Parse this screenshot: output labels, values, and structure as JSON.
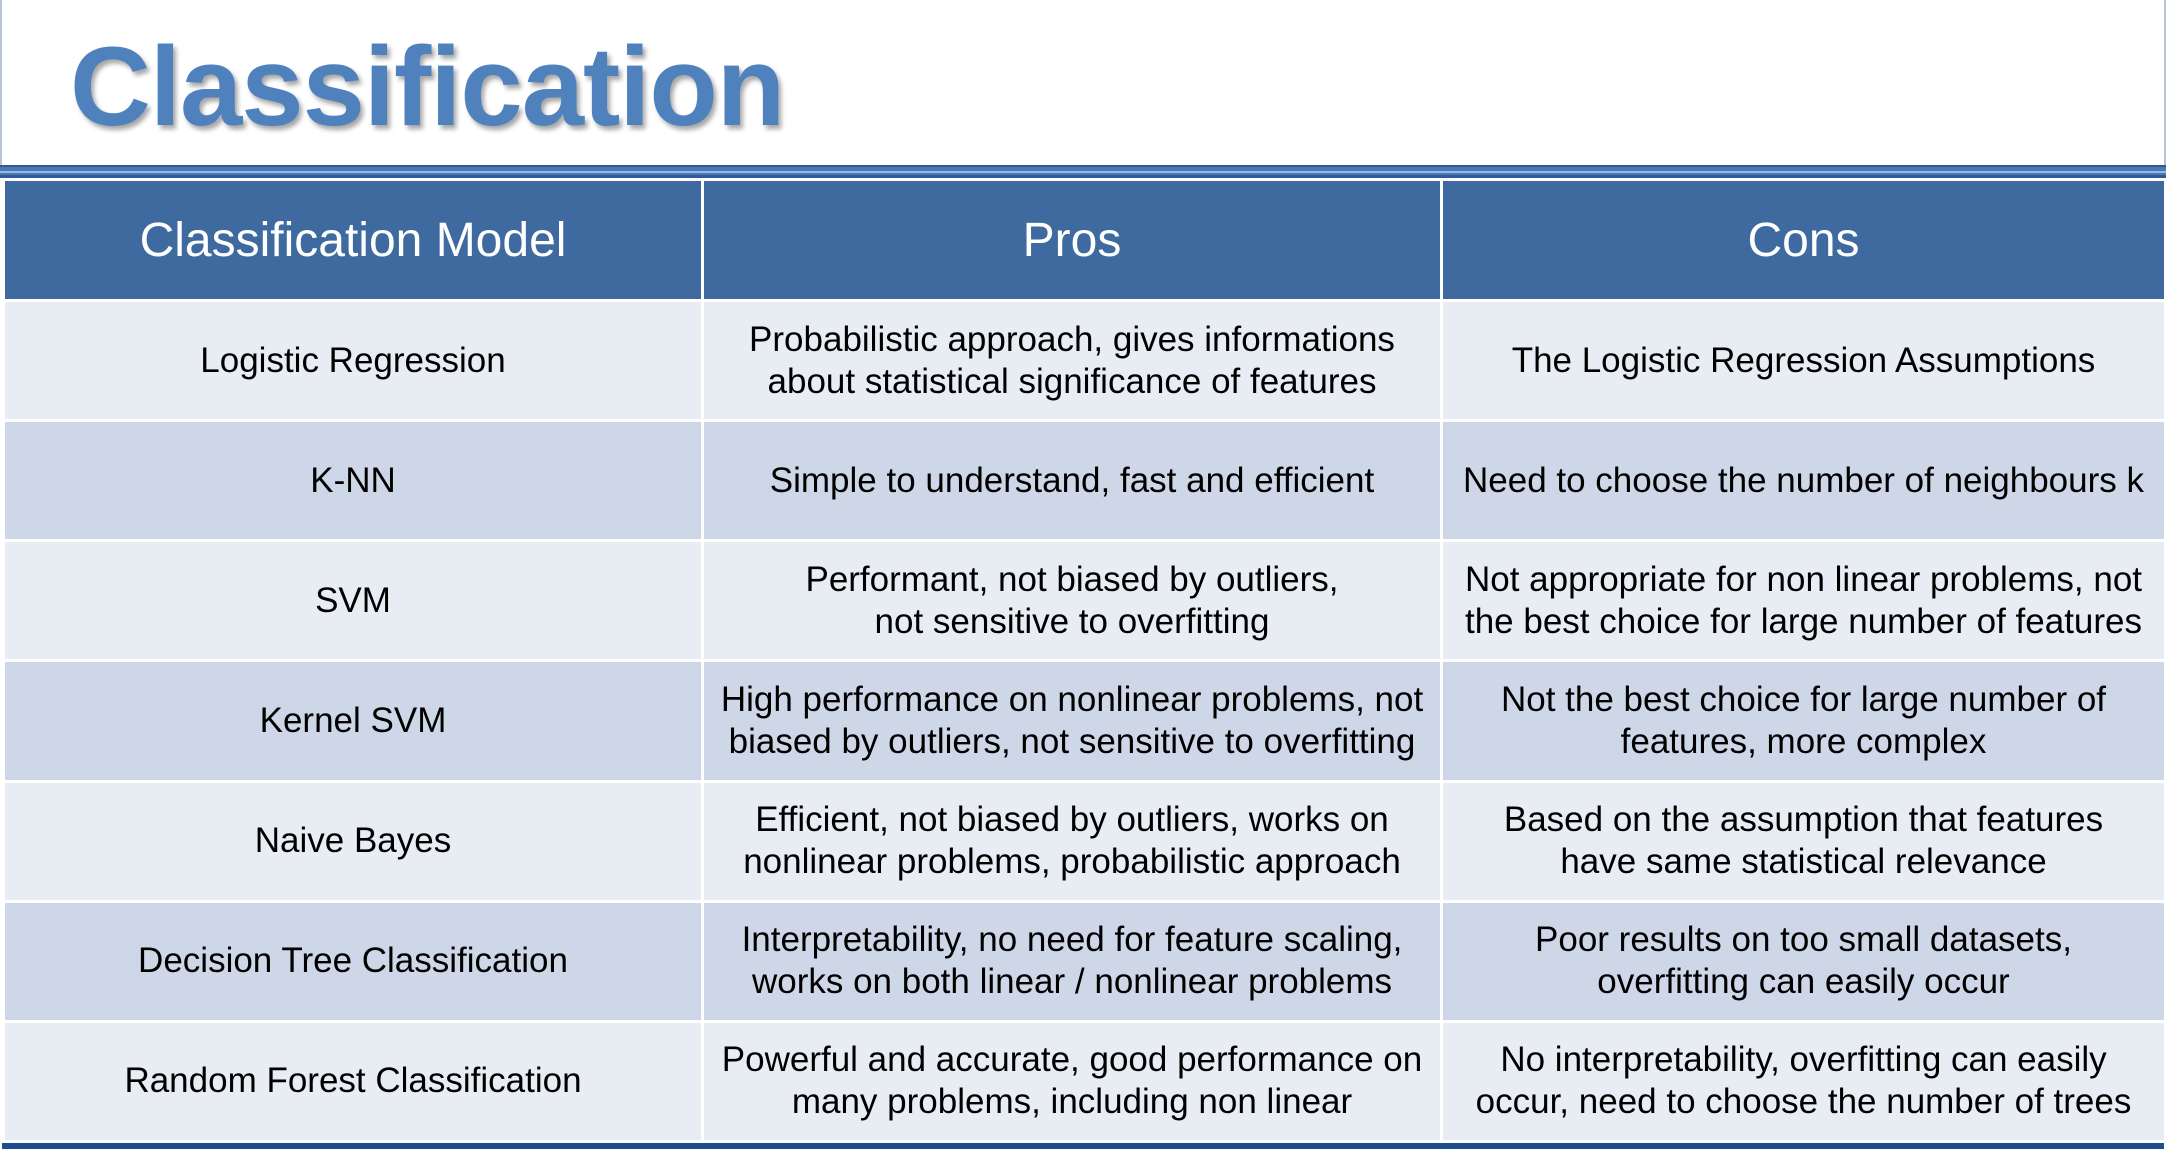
{
  "slide": {
    "title": "Classification"
  },
  "table": {
    "headers": {
      "model": "Classification Model",
      "pros": "Pros",
      "cons": "Cons"
    },
    "rows": [
      {
        "model": "Logistic Regression",
        "pros": "Probabilistic approach, gives informations\nabout statistical significance of features",
        "cons": "The Logistic Regression Assumptions"
      },
      {
        "model": "K-NN",
        "pros": "Simple to understand, fast and efficient",
        "cons": "Need to choose the number of neighbours k"
      },
      {
        "model": "SVM",
        "pros": "Performant, not biased by outliers,\nnot sensitive to overfitting",
        "cons": "Not appropriate for non linear problems, not\nthe best choice for large number of features"
      },
      {
        "model": "Kernel SVM",
        "pros": "High performance on nonlinear problems, not\nbiased by outliers, not sensitive to overfitting",
        "cons": "Not the best choice for large number of\nfeatures, more complex"
      },
      {
        "model": "Naive Bayes",
        "pros": "Efficient, not biased by outliers, works on\nnonlinear problems, probabilistic approach",
        "cons": "Based on the assumption that features\nhave same statistical relevance"
      },
      {
        "model": "Decision Tree Classification",
        "pros": "Interpretability, no need for feature scaling,\nworks on both linear / nonlinear problems",
        "cons": "Poor results on too small datasets,\noverfitting can easily occur"
      },
      {
        "model": "Random Forest Classification",
        "pros": "Powerful and accurate, good performance on\nmany problems, including non linear",
        "cons": "No interpretability, overfitting can easily\noccur, need to choose the number of trees"
      }
    ]
  },
  "colors": {
    "title": "#4f81bd",
    "header_fill": "#3f6aa0",
    "row_light": "#e8edf4",
    "row_dark": "#ced7e7",
    "rule": "#4a79b8"
  }
}
